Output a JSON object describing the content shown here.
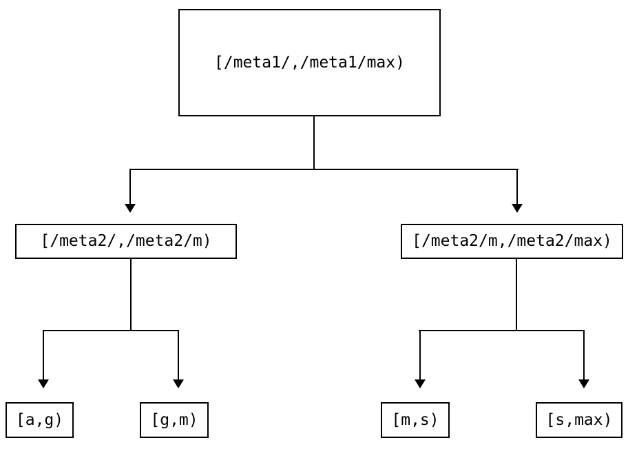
{
  "diagram": {
    "type": "binary-tree",
    "colors": {
      "background": "#ffffff",
      "line": "#000000",
      "box_border": "#000000",
      "text": "#000000"
    },
    "nodes": {
      "root": {
        "label": "[/meta1/,/meta1/max)"
      },
      "meta2_left": {
        "label": "[/meta2/,/meta2/m)"
      },
      "meta2_right": {
        "label": "[/meta2/m,/meta2/max)"
      },
      "leaf_ag": {
        "label": "[a,g)"
      },
      "leaf_gm": {
        "label": "[g,m)"
      },
      "leaf_ms": {
        "label": "[m,s)"
      },
      "leaf_smax": {
        "label": "[s,max)"
      }
    }
  }
}
